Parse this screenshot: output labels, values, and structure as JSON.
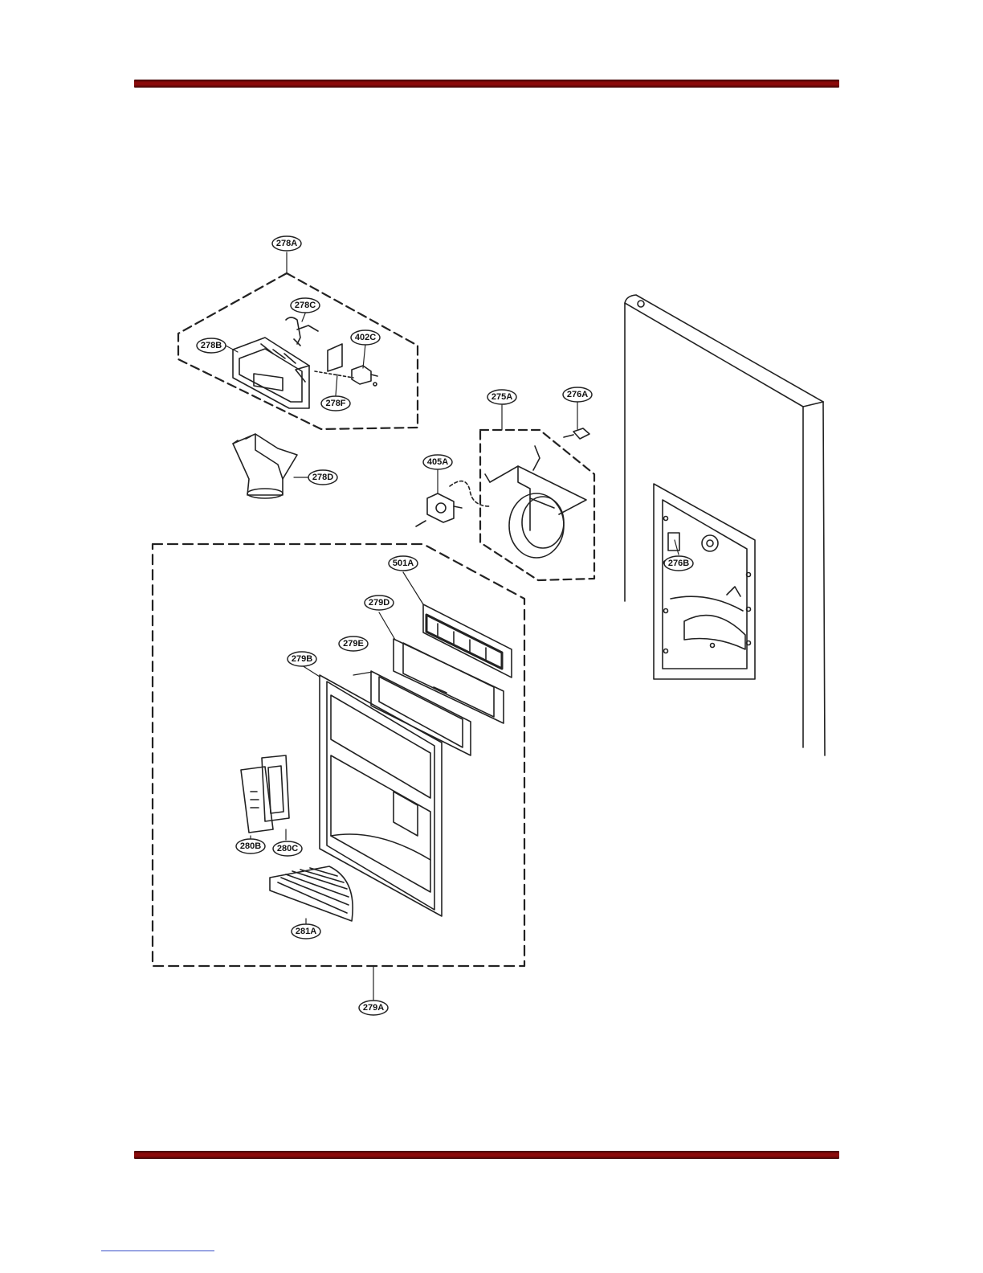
{
  "colors": {
    "rule": "#8b0a0a",
    "rule_edge": "#3a0202",
    "line": "#222222",
    "footnote_link": "#3a50c8"
  },
  "labels": {
    "p278A": "278A",
    "p278B": "278B",
    "p278C": "278C",
    "p278D": "278D",
    "p278F": "278F",
    "p402C": "402C",
    "p275A": "275A",
    "p276A": "276A",
    "p276B": "276B",
    "p405A": "405A",
    "p501A": "501A",
    "p279A": "279A",
    "p279B": "279B",
    "p279D": "279D",
    "p279E": "279E",
    "p280B": "280B",
    "p280C": "280C",
    "p281A": "281A"
  }
}
